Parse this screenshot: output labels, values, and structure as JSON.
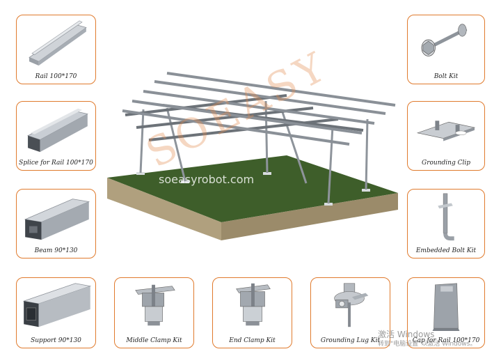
{
  "products": {
    "rail": "Rail 100*170",
    "splice": "Splice for Rail 100*170",
    "beam": "Beam 90*130",
    "support": "Support 90*130",
    "middle_clamp": "Middle Clamp Kit",
    "end_clamp": "End Clamp Kit",
    "grounding_lug": "Grounding Lug Kit",
    "cap": "Cap for Rail 100*170",
    "bolt": "Bolt Kit",
    "grounding_clip": "Grounding Clip",
    "embedded_bolt": "Embedded Bolt Kit"
  },
  "watermark": {
    "logo": "SOEASY",
    "url": "soeasyrobot.com"
  },
  "windows_activation": {
    "line1": "激活 Windows",
    "line2": "转到\"电脑设置\"以激活 Windows。"
  },
  "colors": {
    "card_border": "#e07a2c",
    "metal": "#b9bec4",
    "grass": "#3e5e2a",
    "soil": "#a89878"
  }
}
